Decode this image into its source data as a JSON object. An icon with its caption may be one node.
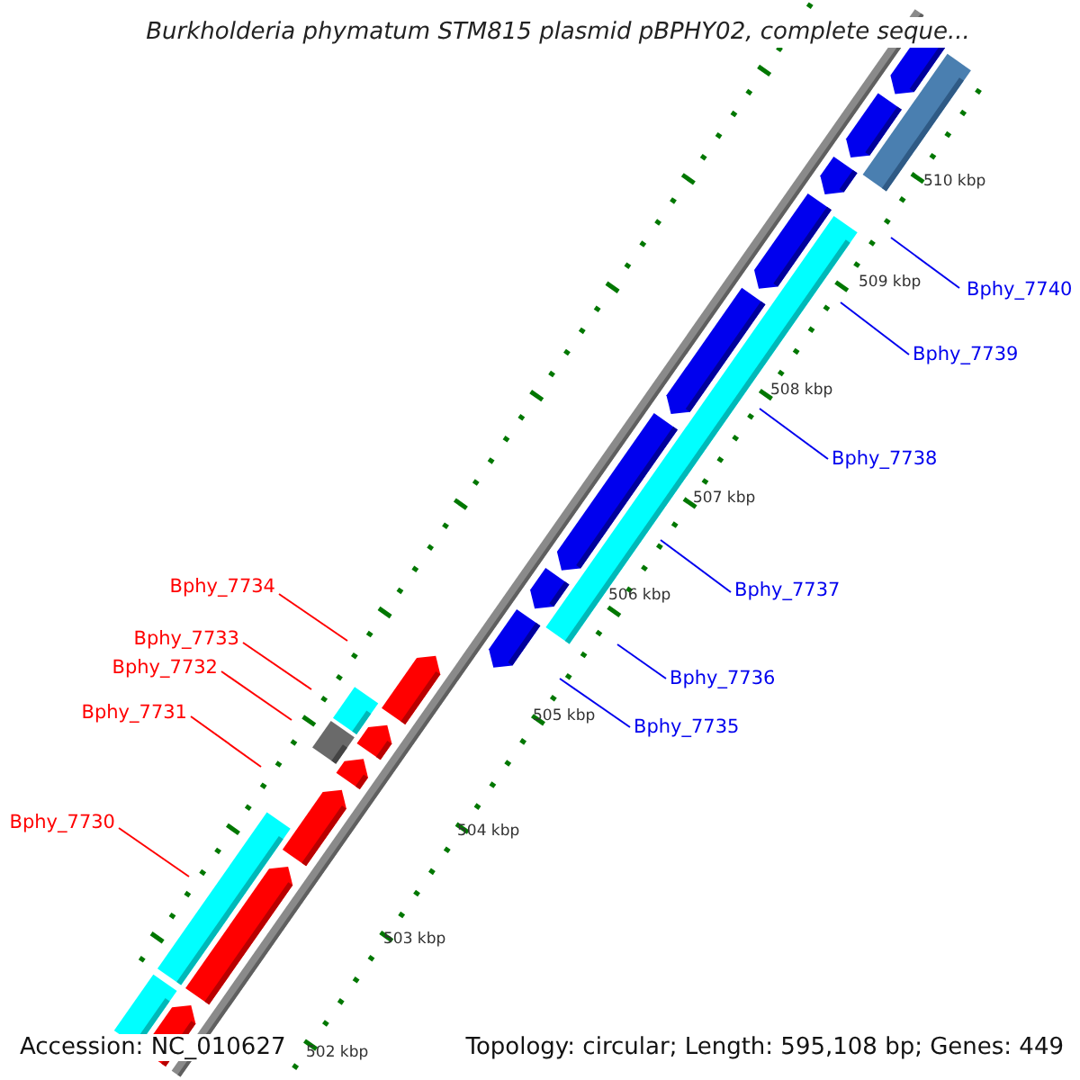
{
  "diagram": {
    "title": "Burkholderia phymatum STM815 plasmid pBPHY02, complete seque...",
    "nodes": [
      {
        "text": [
          "Bphy_7740"
        ]
      },
      {
        "text": [
          "Bphy_7739"
        ]
      },
      {
        "text": [
          "Bphy_7738"
        ]
      },
      {
        "text": [
          "Bphy_7734"
        ]
      },
      {
        "text": [
          "Bphy_7737"
        ]
      },
      {
        "text": [
          "Bphy_7733"
        ]
      },
      {
        "text": [
          "Bphy_7732"
        ]
      },
      {
        "text": [
          "Bphy_7736"
        ]
      },
      {
        "text": [
          "Bphy_7731"
        ]
      },
      {
        "text": [
          "Bphy_7735"
        ]
      },
      {
        "text": [
          "Bphy_7730"
        ]
      }
    ],
    "edges": [
      {
        "from": 0,
        "to": null,
        "arrow": "none"
      },
      {
        "from": 1,
        "to": null,
        "arrow": "none"
      },
      {
        "from": 2,
        "to": null,
        "arrow": "none"
      },
      {
        "from": 3,
        "to": null,
        "arrow": "none",
        "color": "#ff0000"
      },
      {
        "from": 4,
        "to": null,
        "arrow": "none"
      },
      {
        "from": 5,
        "to": null,
        "arrow": "none",
        "color": "#ff0000"
      },
      {
        "from": 6,
        "to": null,
        "arrow": "none",
        "color": "#ff0000"
      },
      {
        "from": 7,
        "to": null,
        "arrow": "none"
      },
      {
        "from": 8,
        "to": null,
        "arrow": "none",
        "color": "#ff0000"
      },
      {
        "from": 9,
        "to": null,
        "arrow": "none"
      },
      {
        "from": 10,
        "to": null,
        "arrow": "none",
        "color": "#ff0000"
      }
    ],
    "labels": [
      "510 kbp",
      "509 kbp",
      "508 kbp",
      "507 kbp",
      "506 kbp",
      "505 kbp",
      "504 kbp",
      "503 kbp",
      "502 kbp",
      "Accession: NC_010627",
      "Topology: circular; Length: 595,108 bp; Genes: 449"
    ]
  }
}
